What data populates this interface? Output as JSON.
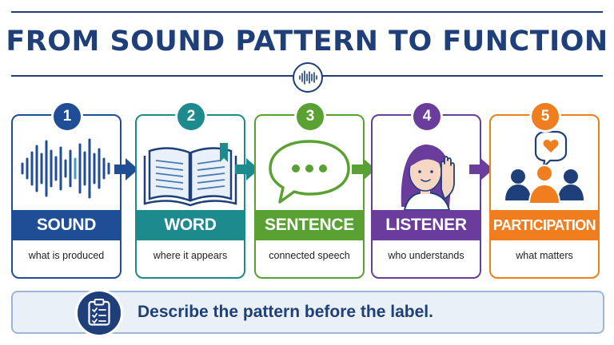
{
  "title": "FROM SOUND PATTERN TO FUNCTION",
  "colors": {
    "navy": "#1f3f7a",
    "sound": "#1f4e96",
    "word": "#1d8a8e",
    "sentence": "#5aa133",
    "listener": "#6a3d9c",
    "participation": "#f07d1e"
  },
  "steps": [
    {
      "number": "1",
      "label": "SOUND",
      "description": "what is produced",
      "icon": "sound-wave-icon"
    },
    {
      "number": "2",
      "label": "WORD",
      "description": "where it appears",
      "icon": "open-book-icon"
    },
    {
      "number": "3",
      "label": "SENTENCE",
      "description": "connected speech",
      "icon": "speech-bubble-icon"
    },
    {
      "number": "4",
      "label": "LISTENER",
      "description": "who understands",
      "icon": "listening-person-icon"
    },
    {
      "number": "5",
      "label": "PARTICIPATION",
      "description": "what matters",
      "icon": "group-heart-icon"
    }
  ],
  "footer": {
    "text": "Describe the pattern before the label.",
    "icon": "clipboard-checklist-icon"
  }
}
